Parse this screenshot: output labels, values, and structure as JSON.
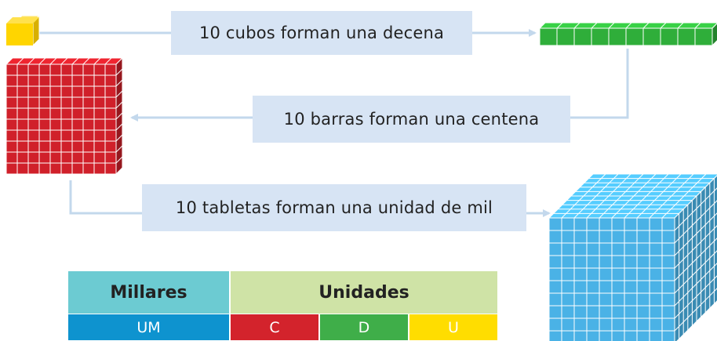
{
  "labels": {
    "decena": "10 cubos forman una decena",
    "centena": "10 barras forman una centena",
    "mil": "10 tabletas forman una unidad de mil"
  },
  "table": {
    "headers": [
      {
        "label": "Millares",
        "color": "#6ccbd2"
      },
      {
        "label": "Unidades",
        "color": "#cfe3a6"
      }
    ],
    "columns": [
      {
        "label": "UM",
        "color": "#0e93cf"
      },
      {
        "label": "C",
        "color": "#d3232c"
      },
      {
        "label": "D",
        "color": "#3fae49"
      },
      {
        "label": "U",
        "color": "#ffdd00"
      }
    ]
  },
  "colors": {
    "cube": "#ffd500",
    "bar": "#2fae3a",
    "flat": "#d0202a",
    "block": "#4ab2e6",
    "arrow": "#c3d8ec"
  }
}
